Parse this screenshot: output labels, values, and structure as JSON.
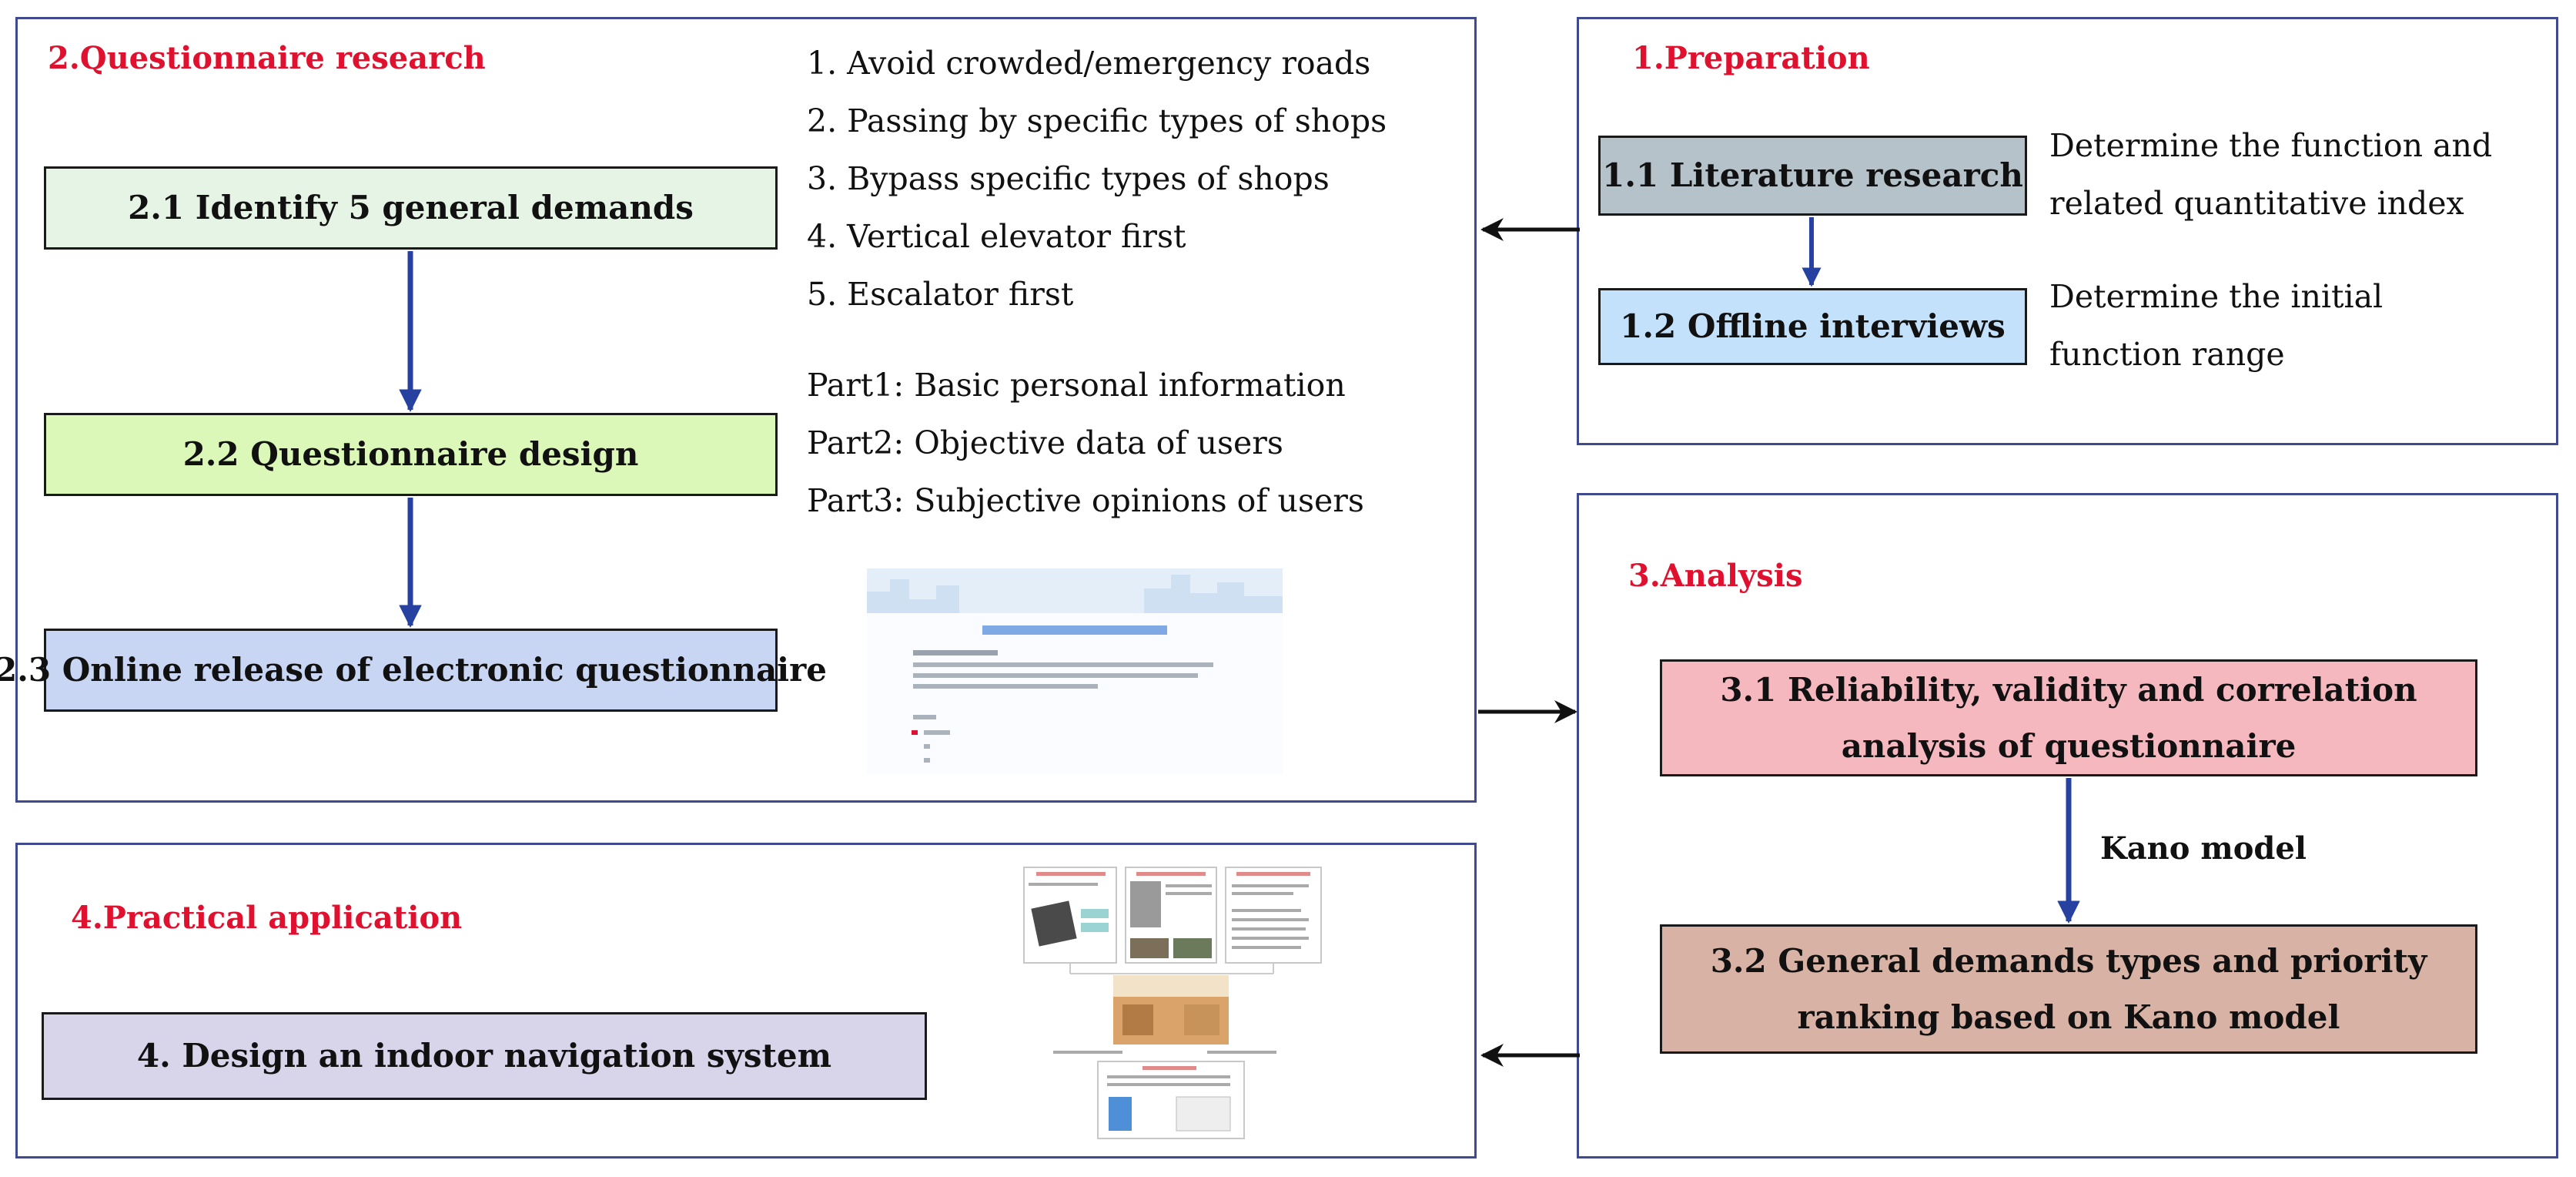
{
  "panel1": {
    "title": "1.Preparation",
    "box_1_1": "1.1 Literature research",
    "note_1_1": [
      "Determine the function and",
      "related quantitative index"
    ],
    "box_1_2": "1.2 Offline interviews",
    "note_1_2": [
      "Determine the initial",
      "function range"
    ]
  },
  "panel2": {
    "title": "2.Questionnaire research",
    "box_2_1": "2.1 Identify 5 general demands",
    "box_2_2": "2.2 Questionnaire design",
    "box_2_3": "2.3 Online release of electronic questionnaire",
    "demands": [
      "1. Avoid crowded/emergency roads",
      "2. Passing by specific types of shops",
      "3. Bypass specific types of shops",
      "4. Vertical elevator first",
      "5. Escalator first"
    ],
    "parts": [
      "Part1: Basic personal information",
      "Part2: Objective data of users",
      "Part3: Subjective opinions of users"
    ]
  },
  "panel3": {
    "title": "3.Analysis",
    "box_3_1": [
      "3.1 Reliability, validity and correlation",
      "analysis of questionnaire"
    ],
    "arrow_label": "Kano model",
    "box_3_2": [
      "3.2 General demands types and priority",
      "ranking based on Kano model"
    ]
  },
  "panel4": {
    "title": "4.Practical application",
    "box_4": "4. Design an indoor navigation system"
  },
  "colors": {
    "panel_border": "#3f4a8f",
    "title_red": "#e0102f",
    "arrow_blue": "#2741a0",
    "box_2_1_fill": "#e6f4e6",
    "box_2_2_fill": "#dcf8b8",
    "box_2_3_fill": "#c9d6f3",
    "box_1_1_fill": "#b5c2ca",
    "box_1_2_fill": "#c4e1fb",
    "box_3_1_fill": "#f6b8bf",
    "box_3_2_fill": "#d8b3a5",
    "box_4_fill": "#d8d4ea"
  }
}
